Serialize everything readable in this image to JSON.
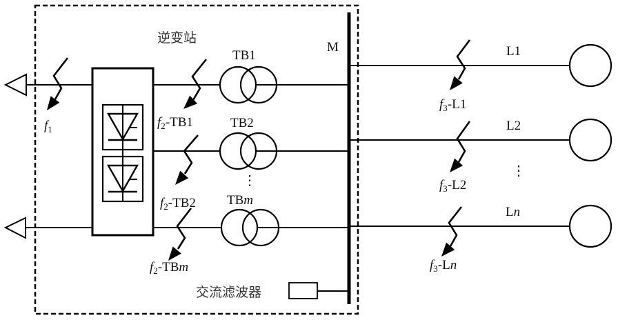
{
  "diagram": {
    "type": "single-line power system diagram",
    "station_label": "逆变站",
    "bus_label": "M",
    "ac_filter_label": "交流滤波器",
    "colors": {
      "line": "#000000",
      "text": "#111111",
      "background": "#ffffff"
    },
    "dc_lines": [
      {
        "id": "dc-top",
        "symbol": "triangle-terminal"
      },
      {
        "id": "dc-bottom",
        "symbol": "triangle-terminal"
      }
    ],
    "converter": {
      "symbol": "thyristor-valve",
      "valves": 2
    },
    "transformers": [
      {
        "label_main": "TB",
        "label_idx": "1",
        "idx_italic": false
      },
      {
        "label_main": "TB",
        "label_idx": "2",
        "idx_italic": false
      },
      {
        "label_main": "TB",
        "label_idx": "m",
        "idx_italic": true
      }
    ],
    "transformer_ellipsis": "⋮",
    "lines": [
      {
        "label_main": "L",
        "label_idx": "1",
        "idx_italic": false
      },
      {
        "label_main": "L",
        "label_idx": "2",
        "idx_italic": false
      },
      {
        "label_main": "L",
        "label_idx": "n",
        "idx_italic": true
      }
    ],
    "line_ellipsis": "⋮",
    "faults": [
      {
        "name": "f1",
        "f": "f",
        "sub": "1",
        "suffix_main": "",
        "suffix_idx": "",
        "suffix_italic": false
      },
      {
        "name": "f2-TB1",
        "f": "f",
        "sub": "2",
        "suffix_main": "-TB",
        "suffix_idx": "1",
        "suffix_italic": false
      },
      {
        "name": "f2-TB2",
        "f": "f",
        "sub": "2",
        "suffix_main": "-TB",
        "suffix_idx": "2",
        "suffix_italic": false
      },
      {
        "name": "f2-TBm",
        "f": "f",
        "sub": "2",
        "suffix_main": "-TB",
        "suffix_idx": "m",
        "suffix_italic": true
      },
      {
        "name": "f3-L1",
        "f": "f",
        "sub": "3",
        "suffix_main": "-L",
        "suffix_idx": "1",
        "suffix_italic": false
      },
      {
        "name": "f3-L2",
        "f": "f",
        "sub": "3",
        "suffix_main": "-L",
        "suffix_idx": "2",
        "suffix_italic": false
      },
      {
        "name": "f3-Ln",
        "f": "f",
        "sub": "3",
        "suffix_main": "-L",
        "suffix_idx": "n",
        "suffix_italic": true
      }
    ]
  }
}
